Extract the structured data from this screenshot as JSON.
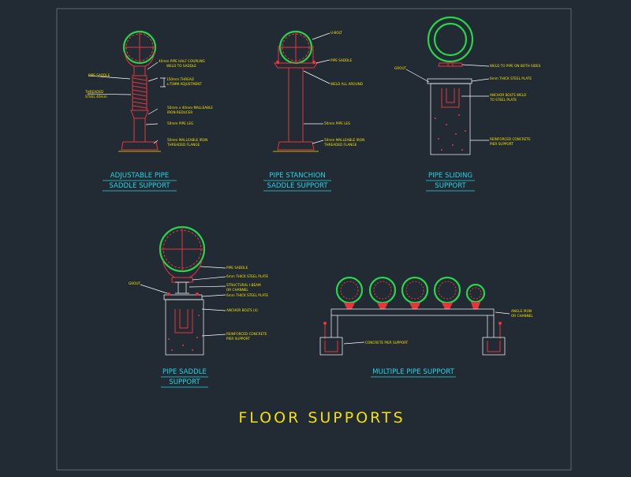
{
  "title": "FLOOR SUPPORTS",
  "colors": {
    "background": "#222a33",
    "label": "#f2e000",
    "caption": "#21d6e6",
    "pipe": "#27d64a",
    "steel": "#e8353c",
    "leader": "#ffffff"
  },
  "adjustable": {
    "caption1": "ADJUSTABLE PIPE",
    "caption2": "SADDLE SUPPORT",
    "labels": {
      "saddle": "PIPE SADDLE",
      "coupling1": "40mm PIPE HALF COUPLING",
      "coupling2": "WELD TO SADDLE",
      "thread1": "150mm THREAD",
      "thread2": "±75MM ADJUSTMENT",
      "stud1": "THREADED",
      "stud2": "STEEL 40mm",
      "reducer1": "50mm x 40mm MALLEABLE",
      "reducer2": "IRON REDUCER",
      "leg": "50mm PIPE LEG",
      "flange1": "50mm MALLEABLE IRON",
      "flange2": "THREADED FLANGE"
    }
  },
  "stanchion": {
    "caption1": "PIPE STANCHION",
    "caption2": "SADDLE SUPPORT",
    "labels": {
      "ubolt": "U-BOLT",
      "saddle": "PIPE SADDLE",
      "weld": "WELD ALL AROUND",
      "leg": "50mm PIPE LEG",
      "flange1": "50mm MALLEABLE IRON",
      "flange2": "THREADED FLANGE"
    }
  },
  "sliding": {
    "caption1": "PIPE SLIDING",
    "caption2": "SUPPORT",
    "labels": {
      "grout": "GROUT",
      "weld": "WELD TO PIPE ON BOTH SIDES",
      "plate": "6mm THICK STEEL PLATE",
      "bolts1": "ANCHOR BOLTS WELD",
      "bolts2": "TO STEEL PLATE",
      "pier1": "REINFORCED CONCRETE",
      "pier2": "PIER SUPPORT"
    }
  },
  "saddle": {
    "caption1": "PIPE SADDLE",
    "caption2": "SUPPORT",
    "labels": {
      "saddle": "PIPE SADDLE",
      "plate": "6mm THICK STEEL PLATE",
      "beam1": "STRUCTURAL I-BEAM",
      "beam2": "OR CHANNEL",
      "grout": "GROUT",
      "plate2": "6mm THICK STEEL PLATE",
      "bolts": "ANCHOR BOLTS (4)",
      "pier1": "REINFORCED CONCRETE",
      "pier2": "PIER SUPPORT"
    }
  },
  "multiple": {
    "caption1": "MULTIPLE PIPE SUPPORT",
    "labels": {
      "angle1": "ANGLE IRON",
      "angle2": "OR CHANNEL",
      "pier": "CONCRETE PIER SUPPORT"
    }
  }
}
